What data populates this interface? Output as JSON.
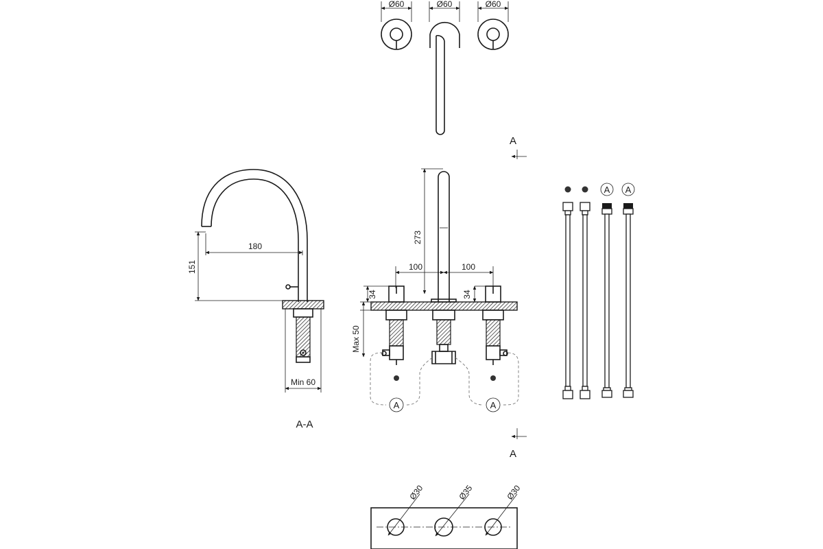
{
  "top_view": {
    "dims": [
      "Ø60",
      "Ø60",
      "Ø60"
    ]
  },
  "section_marker": {
    "top_label": "A",
    "bottom_label": "A"
  },
  "side_view": {
    "dim_reach": "180",
    "dim_height": "151",
    "dim_min": "Min 60",
    "section_title": "A-A"
  },
  "front_view": {
    "dim_spout_height": "273",
    "dim_spacing_left": "100",
    "dim_spacing_right": "100",
    "dim_left_34": "34",
    "dim_right_34": "34",
    "dim_max": "Max 50",
    "connection_label_left": "A",
    "connection_label_right": "A"
  },
  "hoses": {
    "labels": [
      "A",
      "A"
    ]
  },
  "bottom_plate": {
    "dims": [
      "Ø30",
      "Ø35",
      "Ø30"
    ]
  }
}
